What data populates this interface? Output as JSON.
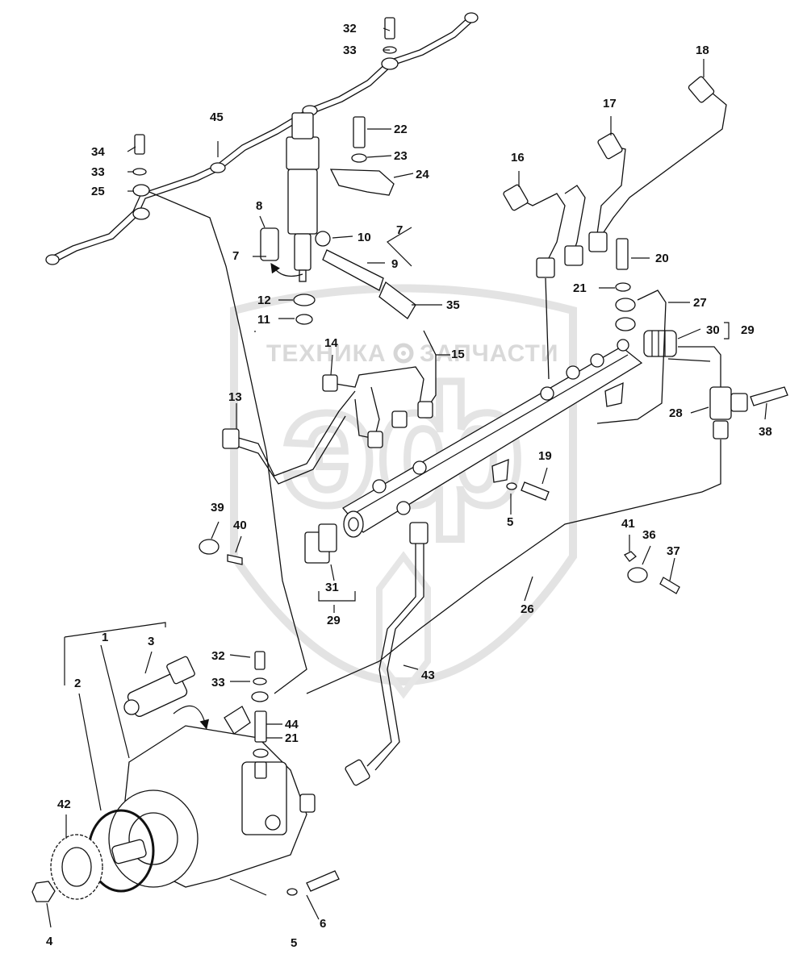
{
  "watermark": {
    "left": "ТЕХНИКА",
    "right": "ЗАПЧАСТИ",
    "logo_letters": "эф"
  },
  "callouts": [
    {
      "id": "c1",
      "text": "1"
    },
    {
      "id": "c2",
      "text": "2"
    },
    {
      "id": "c3",
      "text": "3"
    },
    {
      "id": "c4",
      "text": "4"
    },
    {
      "id": "c5a",
      "text": "5"
    },
    {
      "id": "c5b",
      "text": "5"
    },
    {
      "id": "c6",
      "text": "6"
    },
    {
      "id": "c7a",
      "text": "7"
    },
    {
      "id": "c7b",
      "text": "7"
    },
    {
      "id": "c8",
      "text": "8"
    },
    {
      "id": "c9",
      "text": "9"
    },
    {
      "id": "c10",
      "text": "10"
    },
    {
      "id": "c11",
      "text": "11"
    },
    {
      "id": "c12",
      "text": "12"
    },
    {
      "id": "c13",
      "text": "13"
    },
    {
      "id": "c14",
      "text": "14"
    },
    {
      "id": "c15",
      "text": "15"
    },
    {
      "id": "c16",
      "text": "16"
    },
    {
      "id": "c17",
      "text": "17"
    },
    {
      "id": "c18",
      "text": "18"
    },
    {
      "id": "c19",
      "text": "19"
    },
    {
      "id": "c20",
      "text": "20"
    },
    {
      "id": "c21a",
      "text": "21"
    },
    {
      "id": "c21b",
      "text": "21"
    },
    {
      "id": "c22",
      "text": "22"
    },
    {
      "id": "c23",
      "text": "23"
    },
    {
      "id": "c24",
      "text": "24"
    },
    {
      "id": "c25",
      "text": "25"
    },
    {
      "id": "c26",
      "text": "26"
    },
    {
      "id": "c27",
      "text": "27"
    },
    {
      "id": "c28",
      "text": "28"
    },
    {
      "id": "c29a",
      "text": "29"
    },
    {
      "id": "c29b",
      "text": "29"
    },
    {
      "id": "c30",
      "text": "30"
    },
    {
      "id": "c31",
      "text": "31"
    },
    {
      "id": "c32a",
      "text": "32"
    },
    {
      "id": "c32b",
      "text": "32"
    },
    {
      "id": "c33a",
      "text": "33"
    },
    {
      "id": "c33b",
      "text": "33"
    },
    {
      "id": "c33c",
      "text": "33"
    },
    {
      "id": "c34",
      "text": "34"
    },
    {
      "id": "c35",
      "text": "35"
    },
    {
      "id": "c36",
      "text": "36"
    },
    {
      "id": "c37",
      "text": "37"
    },
    {
      "id": "c38",
      "text": "38"
    },
    {
      "id": "c39",
      "text": "39"
    },
    {
      "id": "c40",
      "text": "40"
    },
    {
      "id": "c41",
      "text": "41"
    },
    {
      "id": "c42",
      "text": "42"
    },
    {
      "id": "c43",
      "text": "43"
    },
    {
      "id": "c44",
      "text": "44"
    },
    {
      "id": "c45",
      "text": "45"
    }
  ]
}
